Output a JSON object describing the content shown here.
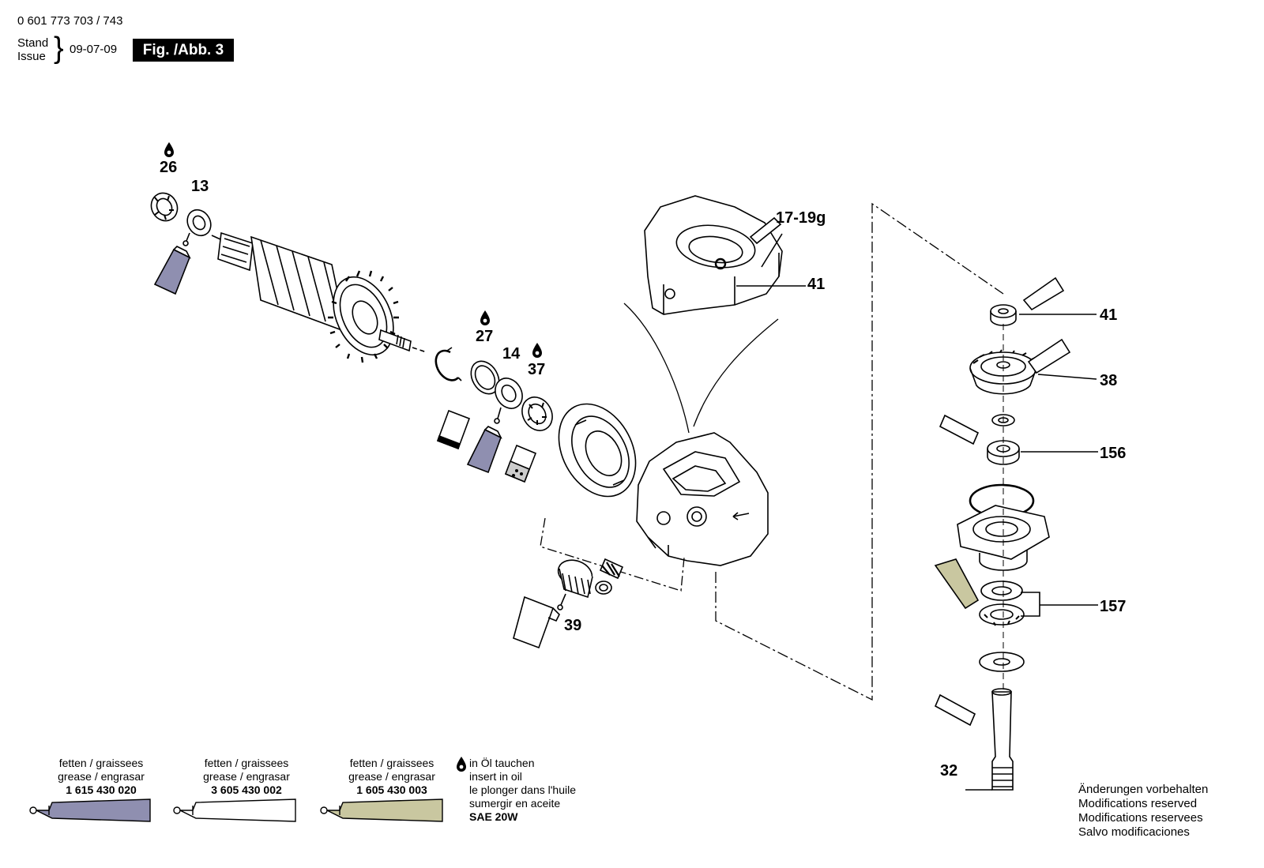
{
  "header": {
    "model": "0 601 773 703 / 743",
    "stand_label": "Stand",
    "issue_label": "Issue",
    "date": "09-07-09",
    "figure": "Fig. /Abb. 3"
  },
  "parts": {
    "p26": "26",
    "p13": "13",
    "p27": "27",
    "p14": "14",
    "p37": "37",
    "p17_19g": "17-19g",
    "p41a": "41",
    "p41b": "41",
    "p38": "38",
    "p156": "156",
    "p157": "157",
    "p39": "39",
    "p32": "32"
  },
  "legend": {
    "grease1": {
      "line1": "fetten / graissees",
      "line2": "grease / engrasar",
      "number": "1 615 430 020",
      "color": "#8f8fb0"
    },
    "grease2": {
      "line1": "fetten / graissees",
      "line2": "grease / engrasar",
      "number": "3 605 430 002",
      "color": "#ffffff"
    },
    "grease3": {
      "line1": "fetten / graissees",
      "line2": "grease / engrasar",
      "number": "1 605 430 003",
      "color": "#c9c7a0"
    },
    "oil": {
      "line1": "in Öl tauchen",
      "line2": "insert in oil",
      "line3": "le plonger dans l'huile",
      "line4": "sumergir en aceite",
      "line5": "SAE 20W"
    }
  },
  "modifications": {
    "de": "Änderungen vorbehalten",
    "en": "Modifications reserved",
    "fr": "Modifications reservees",
    "es": "Salvo modificaciones"
  }
}
